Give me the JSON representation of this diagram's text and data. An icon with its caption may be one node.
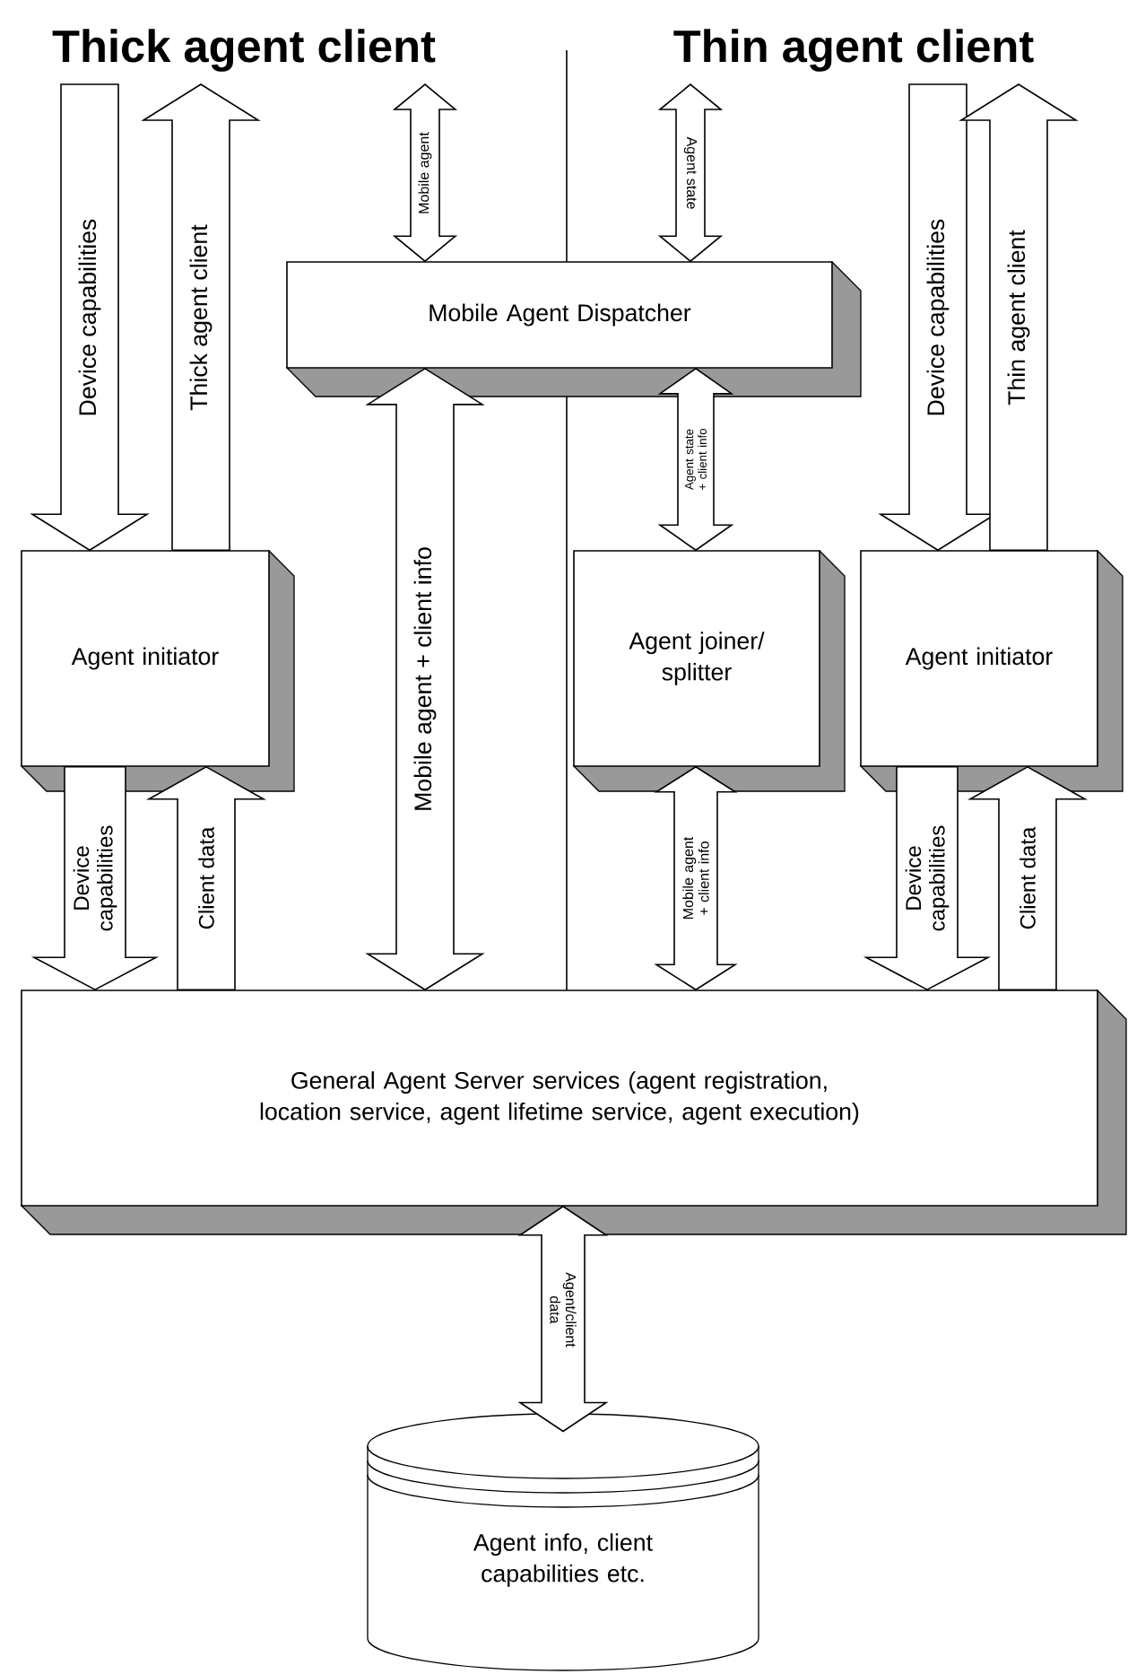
{
  "diagram": {
    "nodes": [
      {
        "text": [
          "Mobile Agent Dispatcher"
        ]
      },
      {
        "text": [
          "Agent initiator"
        ]
      },
      {
        "text": [
          "Agent joiner/ splitter"
        ]
      },
      {
        "text": [
          "Agent initiator"
        ]
      },
      {
        "text": [
          "General Agent Server services (agent registration, location service, agent lifetime service, agent execution)"
        ]
      },
      {
        "text": [
          "Agent info, client capabilities etc."
        ]
      }
    ],
    "edges": [
      {
        "from": null,
        "to": 1,
        "arrow": "to",
        "label": "Device capabilities"
      },
      {
        "from": 1,
        "to": null,
        "arrow": "to",
        "label": "Thick agent client"
      },
      {
        "from": null,
        "to": 0,
        "arrow": "both",
        "label": "Mobile agent"
      },
      {
        "from": null,
        "to": 0,
        "arrow": "both",
        "label": "Agent state"
      },
      {
        "from": 0,
        "to": 2,
        "arrow": "both",
        "label": "Agent state + client info"
      },
      {
        "from": null,
        "to": 3,
        "arrow": "to",
        "label": "Device capabilities"
      },
      {
        "from": 3,
        "to": null,
        "arrow": "to",
        "label": "Thin agent client"
      },
      {
        "from": 0,
        "to": 4,
        "arrow": "both",
        "label": "Mobile agent + client info"
      },
      {
        "from": 1,
        "to": 4,
        "arrow": "to",
        "label": "Device capabilities"
      },
      {
        "from": 4,
        "to": 1,
        "arrow": "to",
        "label": "Client data"
      },
      {
        "from": 2,
        "to": 4,
        "arrow": "both",
        "label": "Mobile agent + client info"
      },
      {
        "from": 3,
        "to": 4,
        "arrow": "to",
        "label": "Device capabilities"
      },
      {
        "from": 4,
        "to": 3,
        "arrow": "to",
        "label": "Client data"
      },
      {
        "from": 4,
        "to": 5,
        "arrow": "both",
        "label": "Agent/client data"
      }
    ],
    "labels": [
      "Thick agent client",
      "Thin agent client"
    ]
  }
}
